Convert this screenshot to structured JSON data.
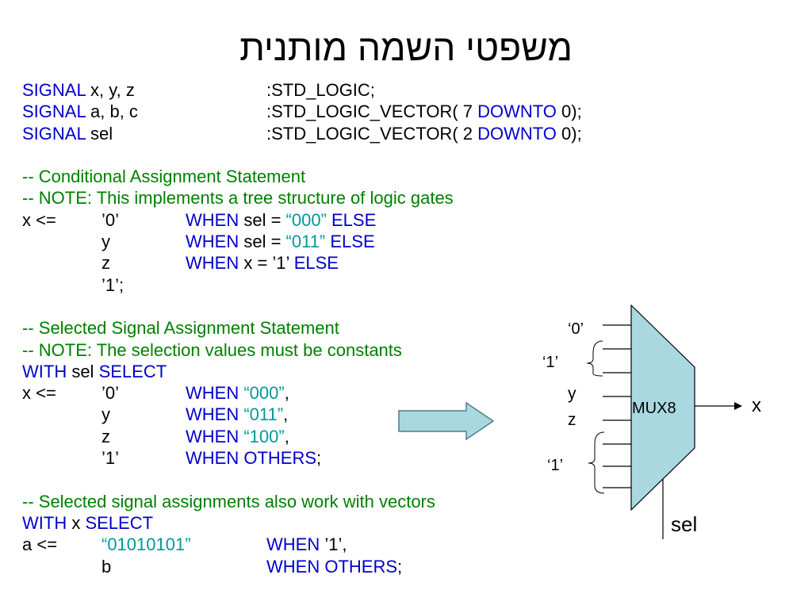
{
  "title": "משפטי השמה מותנית",
  "declarations": [
    {
      "kw": "SIGNAL",
      "names": " x, y, z",
      "type_a": ":STD_LOGIC;",
      "kw2": "",
      "type_b": ""
    },
    {
      "kw": "SIGNAL",
      "names": " a, b, c",
      "type_a": ":STD_LOGIC_VECTOR( 7 ",
      "kw2": "DOWNTO",
      "type_b": " 0);"
    },
    {
      "kw": "SIGNAL",
      "names": " sel",
      "type_a": ":STD_LOGIC_VECTOR( 2 ",
      "kw2": "DOWNTO",
      "type_b": " 0);"
    }
  ],
  "conditional": {
    "comment1": "-- Conditional Assignment Statement",
    "comment2": "-- NOTE: This implements a tree structure of logic gates",
    "target": "x <=",
    "rows": [
      {
        "val": "’0’",
        "when": "WHEN",
        "cond": " sel = ",
        "lit": "“000”",
        "else": " ELSE"
      },
      {
        "val": "y",
        "when": "WHEN",
        "cond": " sel = ",
        "lit": "“011”",
        "else": " ELSE"
      },
      {
        "val": "z",
        "when": "WHEN",
        "cond": " x = ’1’ ",
        "lit": "",
        "else": "ELSE"
      }
    ],
    "final": "’1’;"
  },
  "selected": {
    "comment1": "-- Selected Signal Assignment Statement",
    "comment2": "-- NOTE: The selection values must be constants",
    "with": "WITH",
    "sel": " sel ",
    "select": "SELECT",
    "target": "x <=",
    "rows": [
      {
        "val": "’0’",
        "when": "WHEN",
        "lit": " “000”",
        "tail": ","
      },
      {
        "val": "y",
        "when": "WHEN",
        "lit": " “011”",
        "tail": ","
      },
      {
        "val": "z",
        "when": "WHEN",
        "lit": " “100”",
        "tail": ","
      }
    ],
    "last": {
      "val": "’1’",
      "when": "WHEN",
      "others": " OTHERS",
      "tail": ";"
    }
  },
  "vector": {
    "comment": "-- Selected signal assignments also work with vectors",
    "with": "WITH",
    "sel": " x ",
    "select": "SELECT",
    "target": "a <=",
    "row1": {
      "lit": "“01010101”",
      "when": "WHEN",
      "tail": " ’1’,"
    },
    "row2": {
      "val": "b",
      "when": "WHEN",
      "others": " OTHERS",
      "tail": ";"
    }
  },
  "diagram": {
    "label_0": "‘0’",
    "label_1_top": "‘1’",
    "label_y": "y",
    "label_z": "z",
    "label_1_bottom": "‘1’",
    "mux": "MUX8",
    "output": "x",
    "sel": "sel",
    "colors": {
      "mux_fill": "#a9d8e0",
      "arrow_fill": "#a9d8e0"
    }
  },
  "colors": {
    "keyword": "#0000cc",
    "string": "#009999",
    "comment": "#008000"
  }
}
